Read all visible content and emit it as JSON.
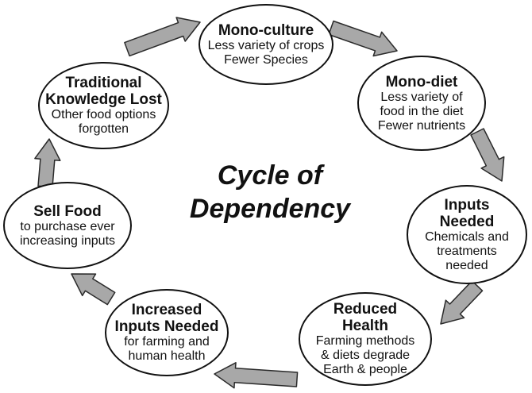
{
  "diagram": {
    "center_title": "Cycle of\nDependency",
    "nodes": [
      {
        "id": "mono-culture",
        "title": "Mono-culture",
        "description": "Less variety of crops\nFewer Species"
      },
      {
        "id": "mono-diet",
        "title": "Mono-diet",
        "description": "Less variety of\nfood in the diet\nFewer nutrients"
      },
      {
        "id": "inputs-needed",
        "title": "Inputs\nNeeded",
        "description": "Chemicals and\ntreatments\nneeded"
      },
      {
        "id": "reduced-health",
        "title": "Reduced\nHealth",
        "description": "Farming methods\n& diets degrade\nEarth & people"
      },
      {
        "id": "increased-inputs-needed",
        "title": "Increased\nInputs Needed",
        "description": "for farming and\nhuman health"
      },
      {
        "id": "sell-food",
        "title": "Sell Food",
        "description": "to purchase ever\nincreasing inputs"
      },
      {
        "id": "traditional-knowledge-lost",
        "title": "Traditional\nKnowledge Lost",
        "description": "Other food options\nforgotten"
      }
    ],
    "arrows": [
      {
        "from": "traditional-knowledge-lost",
        "to": "mono-culture"
      },
      {
        "from": "mono-culture",
        "to": "mono-diet"
      },
      {
        "from": "mono-diet",
        "to": "inputs-needed"
      },
      {
        "from": "inputs-needed",
        "to": "reduced-health"
      },
      {
        "from": "reduced-health",
        "to": "increased-inputs-needed"
      },
      {
        "from": "increased-inputs-needed",
        "to": "sell-food"
      },
      {
        "from": "sell-food",
        "to": "traditional-knowledge-lost"
      }
    ],
    "colors": {
      "arrow_fill": "#a8a8a8",
      "arrow_stroke": "#2a2a2a",
      "node_border": "#111111",
      "background": "#ffffff"
    }
  }
}
